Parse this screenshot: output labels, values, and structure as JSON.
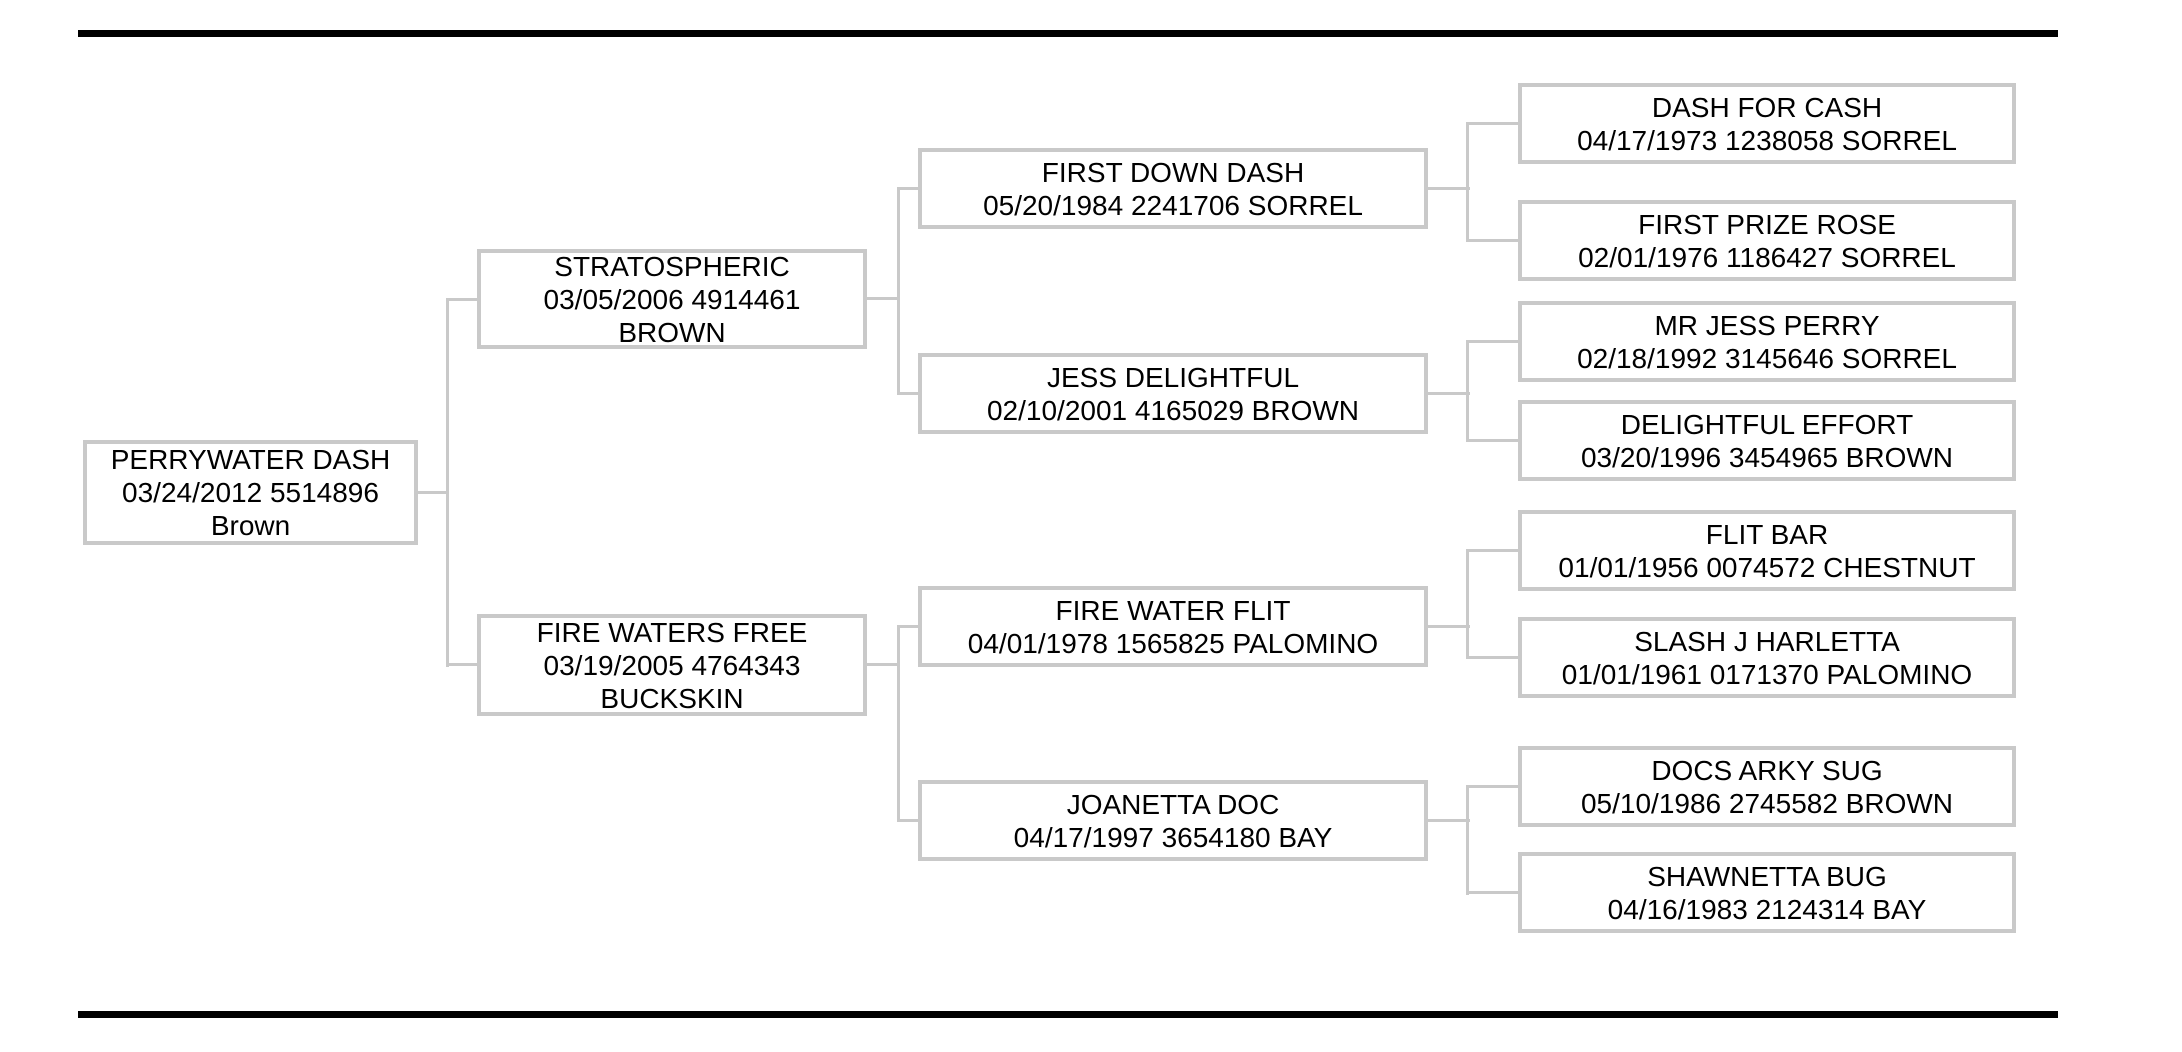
{
  "pedigree": {
    "subject": {
      "name": "PERRYWATER DASH",
      "info": "03/24/2012 5514896",
      "color": "Brown"
    },
    "gen2": [
      {
        "name": "STRATOSPHERIC",
        "info": "03/05/2006 4914461",
        "color": "BROWN"
      },
      {
        "name": "FIRE WATERS FREE",
        "info": "03/19/2005 4764343",
        "color": "BUCKSKIN"
      }
    ],
    "gen3": [
      {
        "name": "FIRST DOWN DASH",
        "info": "05/20/1984 2241706 SORREL"
      },
      {
        "name": "JESS DELIGHTFUL",
        "info": "02/10/2001 4165029 BROWN"
      },
      {
        "name": "FIRE WATER FLIT",
        "info": "04/01/1978 1565825 PALOMINO"
      },
      {
        "name": "JOANETTA DOC",
        "info": "04/17/1997 3654180 BAY"
      }
    ],
    "gen4": [
      {
        "name": "DASH FOR CASH",
        "info": "04/17/1973 1238058 SORREL"
      },
      {
        "name": "FIRST PRIZE ROSE",
        "info": "02/01/1976 1186427 SORREL"
      },
      {
        "name": "MR JESS PERRY",
        "info": "02/18/1992 3145646 SORREL"
      },
      {
        "name": "DELIGHTFUL EFFORT",
        "info": "03/20/1996 3454965 BROWN"
      },
      {
        "name": "FLIT BAR",
        "info": "01/01/1956 0074572 CHESTNUT"
      },
      {
        "name": "SLASH J HARLETTA",
        "info": "01/01/1961 0171370 PALOMINO"
      },
      {
        "name": "DOCS ARKY SUG",
        "info": "05/10/1986 2745582 BROWN"
      },
      {
        "name": "SHAWNETTA BUG",
        "info": "04/16/1983 2124314 BAY"
      }
    ]
  },
  "colors": {
    "background": "#ffffff",
    "box_border": "#c9c9c9",
    "connector": "#c9c9c9",
    "text": "#000000",
    "rule": "#000000"
  }
}
